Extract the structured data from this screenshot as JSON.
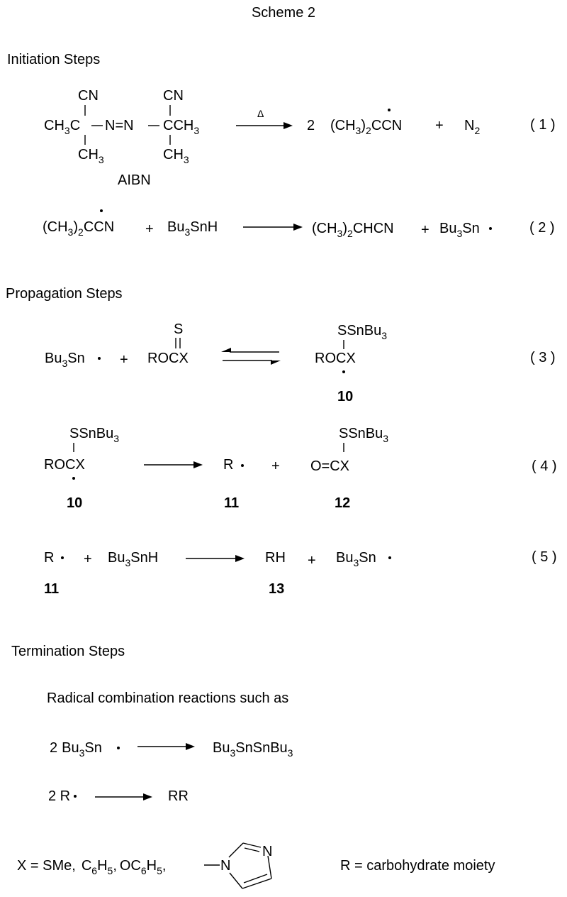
{
  "title": "Scheme 2",
  "sections": {
    "initiation": "Initiation Steps",
    "propagation": "Propagation Steps",
    "termination": "Termination Steps"
  },
  "eq_numbers": {
    "n1": "( 1 )",
    "n2": "( 2 )",
    "n3": "( 3 )",
    "n4": "( 4 )",
    "n5": "( 5 )"
  },
  "eq1": {
    "cn": "CN",
    "ch3": "CH",
    "sub3": "3",
    "c": "C",
    "n_eq_n": "N=N",
    "cch3": "CCH",
    "heat": "Δ",
    "coef": "2",
    "paren_open": "(CH",
    "sub2": "2",
    "ccn": "CCN",
    "plus": "+",
    "n2": "N",
    "aibn": "AIBN"
  },
  "eq2": {
    "paren_open": "(CH",
    "sub3": "3",
    "sub2": "2",
    "close": ")",
    "ccn": "CCN",
    "plus": "+",
    "bu": "Bu",
    "snh": "SnH",
    "product1": "CHCN",
    "sn": "Sn"
  },
  "eq3": {
    "bu": "Bu",
    "sub3": "3",
    "sn": "Sn",
    "plus": "+",
    "s": "S",
    "rocx": "ROCX",
    "ssnbu": "SSnBu",
    "label10": "10"
  },
  "eq4": {
    "ssnbu": "SSnBu",
    "sub3": "3",
    "rocx": "ROCX",
    "r": "R",
    "plus": "+",
    "ocx": "O=CX",
    "label10": "10",
    "label11": "11",
    "label12": "12"
  },
  "eq5": {
    "r": "R",
    "plus": "+",
    "bu": "Bu",
    "sub3": "3",
    "snh": "SnH",
    "rh": "RH",
    "sn": "Sn",
    "label11": "11",
    "label13": "13"
  },
  "termination": {
    "intro": "Radical combination reactions such as",
    "coef": "2",
    "bu": "Bu",
    "sub3": "3",
    "sn": "Sn",
    "dimer_a": "Bu",
    "dimer_b": "SnSnBu",
    "r2": "2 R",
    "rr": "RR"
  },
  "footer": {
    "x_def": "X = SMe,",
    "c6h5_c": "C",
    "sub6": "6",
    "h": "H",
    "sub5": "5",
    "comma": ",",
    "oc": "OC",
    "n": "N",
    "n_ring": "N",
    "r_def": "R = carbohydrate moiety"
  }
}
